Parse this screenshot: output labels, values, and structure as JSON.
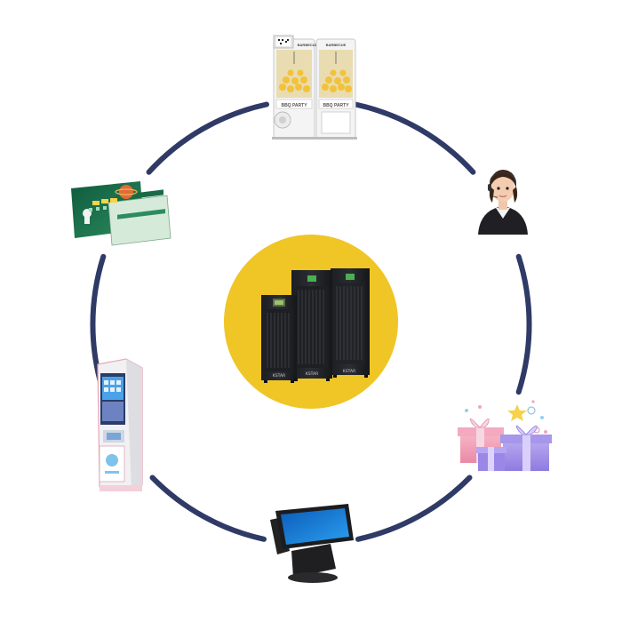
{
  "diagram": {
    "ring_color": "#2f3a66",
    "center_disc_color": "#f0c526",
    "center": {
      "icon": "ups-cabinet-icon",
      "brand_labels": [
        "KSTAR",
        "KSTAR",
        "KSTAR"
      ]
    },
    "nodes": [
      {
        "icon": "claw-machine-icon",
        "signage": [
          "BARBECUE",
          "BARBECUE"
        ],
        "tag": "BBQ PARTY"
      },
      {
        "icon": "customer-service-agent-icon"
      },
      {
        "icon": "gift-boxes-icon"
      },
      {
        "icon": "pos-terminal-icon"
      },
      {
        "icon": "self-service-kiosk-icon"
      },
      {
        "icon": "game-cards-icon"
      }
    ]
  }
}
